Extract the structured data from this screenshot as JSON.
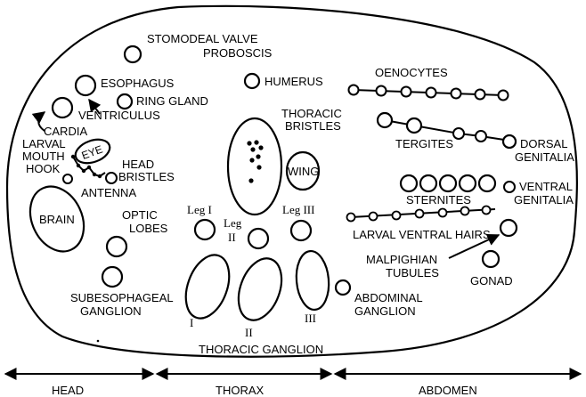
{
  "labels": {
    "stomodeal_valve": "STOMODEAL VALVE",
    "proboscis": "PROBOSCIS",
    "esophagus": "ESOPHAGUS",
    "ring_gland": "RING GLAND",
    "humerus": "HUMERUS",
    "oenocytes": "OENOCYTES",
    "ventriculus": "VENTRICULUS",
    "cardia": "CARDIA",
    "larval_mouth_hook_1": "LARVAL",
    "larval_mouth_hook_2": "MOUTH",
    "larval_mouth_hook_3": "HOOK",
    "eye": "EYE",
    "head_bristles_1": "HEAD",
    "head_bristles_2": "BRISTLES",
    "antenna": "ANTENNA",
    "thoracic_bristles_1": "THORACIC",
    "thoracic_bristles_2": "BRISTLES",
    "wing": "WING",
    "tergites": "TERGITES",
    "dorsal_genitalia_1": "DORSAL",
    "dorsal_genitalia_2": "GENITALIA",
    "sternites": "STERNITES",
    "ventral_genitalia_1": "VENTRAL",
    "ventral_genitalia_2": "GENITALIA",
    "brain": "BRAIN",
    "optic_lobes_1": "OPTIC",
    "optic_lobes_2": "LOBES",
    "leg_1": "Leg I",
    "leg_2a": "Leg",
    "leg_2b": "II",
    "leg_3": "Leg III",
    "larval_ventral_hairs": "LARVAL  VENTRAL  HAIRS",
    "malpighian_1": "MALPIGHIAN",
    "malpighian_2": "TUBULES",
    "gonad": "GONAD",
    "subesophageal_1": "SUBESOPHAGEAL",
    "subesophageal_2": "GANGLION",
    "abdominal_1": "ABDOMINAL",
    "abdominal_2": "GANGLION",
    "ganglion_i": "I",
    "ganglion_ii": "II",
    "ganglion_iii": "III",
    "thoracic_ganglion": "THORACIC  GANGLION"
  },
  "regions": {
    "head": "HEAD",
    "thorax": "THORAX",
    "abdomen": "ABDOMEN"
  }
}
